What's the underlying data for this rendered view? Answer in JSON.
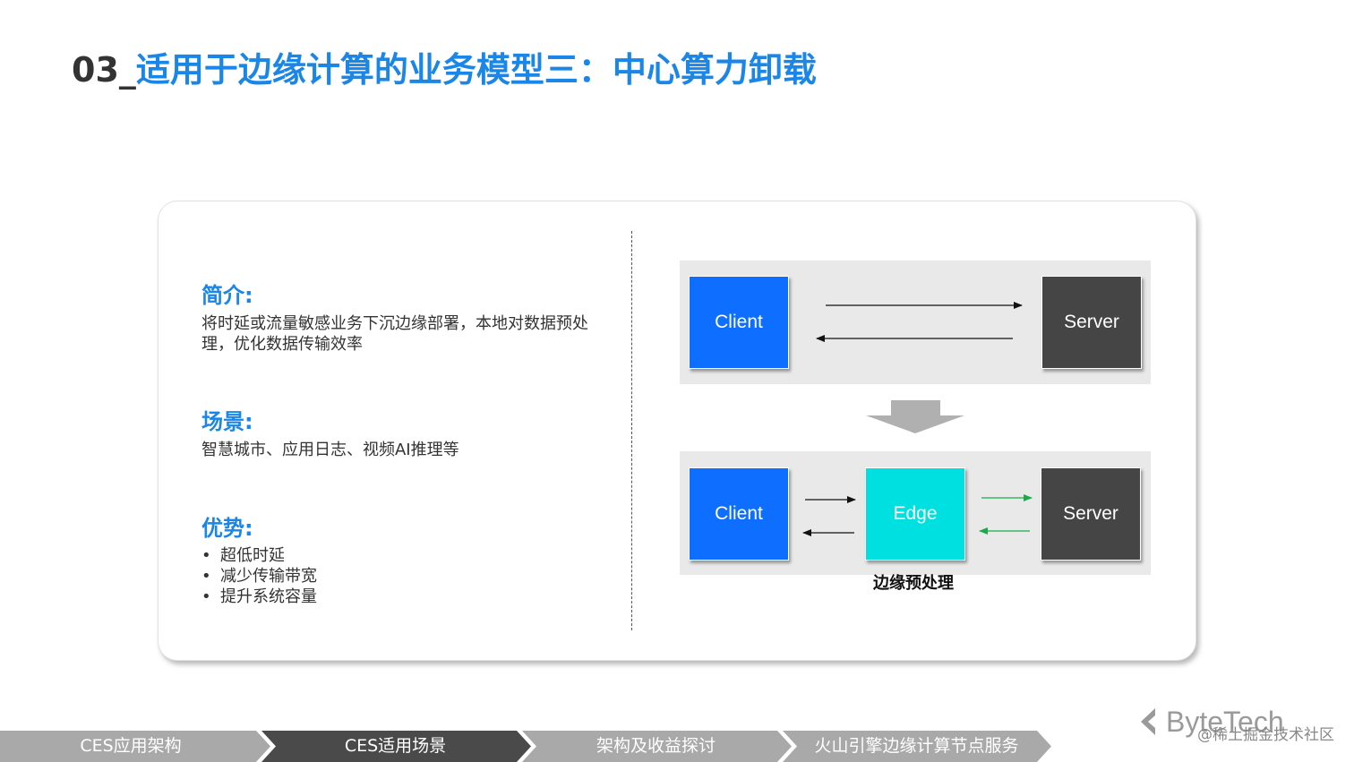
{
  "title": {
    "number": "03_",
    "text": "适用于边缘计算的业务模型三：中心算力卸载"
  },
  "intro": {
    "heading": "简介:",
    "body": "将时延或流量敏感业务下沉边缘部署，本地对数据预处理，优化数据传输效率"
  },
  "scenario": {
    "heading": "场景:",
    "body": "智慧城市、应用日志、视频AI推理等"
  },
  "advantages": {
    "heading": "优势:",
    "bullet": "•",
    "items": [
      "超低时延",
      "减少传输带宽",
      "提升系统容量"
    ]
  },
  "diagram": {
    "top": {
      "client": "Client",
      "server": "Server"
    },
    "bottom": {
      "client": "Client",
      "edge": "Edge",
      "server": "Server",
      "edge_caption": "边缘预处理"
    },
    "colors": {
      "client": "#0d6eff",
      "server": "#454545",
      "edge": "#00e0e0",
      "green_arrow": "#1aaa4a",
      "panel": "#e9e9e9"
    }
  },
  "bottom_nav": {
    "items": [
      {
        "label": "CES应用架构",
        "active": false
      },
      {
        "label": "CES适用场景",
        "active": true
      },
      {
        "label": "架构及收益探讨",
        "active": false
      },
      {
        "label": "火山引擎边缘计算节点服务",
        "active": false
      }
    ],
    "colors": {
      "inactive": "#a9a9a9",
      "active": "#4a4a4a"
    }
  },
  "logo": {
    "text": "ByteTech",
    "icon": "bytetech-logo-icon"
  },
  "watermark": "@稀土掘金技术社区"
}
